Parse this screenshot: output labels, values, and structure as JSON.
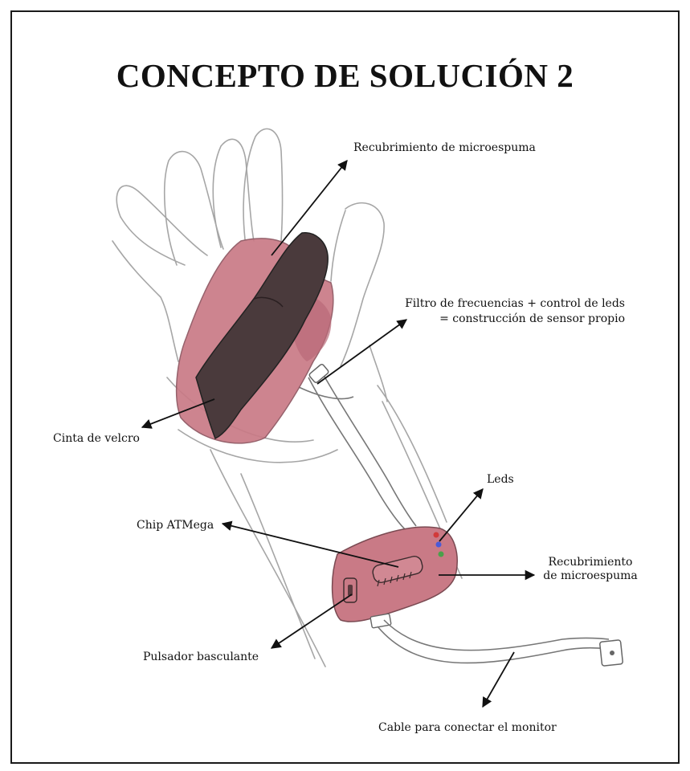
{
  "title": "CONCEPTO DE SOLUCIÓN 2",
  "labels": {
    "top_cover": "Recubrimiento de microespuma",
    "filter_line1": "Filtro de frecuencias + control de leds",
    "filter_line2": "= construcción de sensor propio",
    "velcro": "Cinta de velcro",
    "leds": "Leds",
    "chip": "Chip ATMega",
    "box_cover_line1": "Recubrimiento",
    "box_cover_line2": "de microespuma",
    "rocker": "Pulsador basculante",
    "cable": "Cable para conectar el monitor"
  },
  "colors": {
    "foam_pink": "#c97a86",
    "velcro_dark": "#4a3a3c",
    "sketch_gray": "#9a9a9a",
    "led_red": "#d23a3a",
    "led_blue": "#4a5ad8",
    "led_green": "#4aa04a"
  }
}
